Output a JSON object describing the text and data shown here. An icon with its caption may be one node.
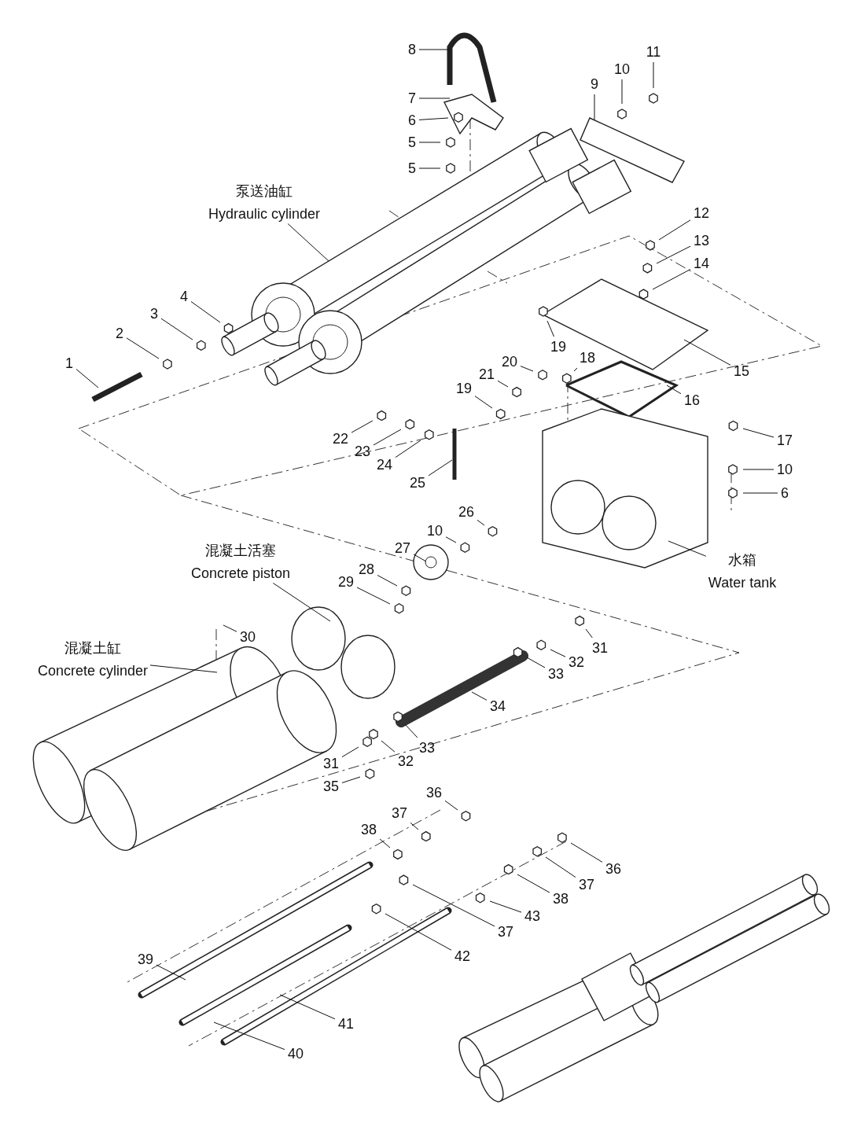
{
  "diagram": {
    "nodes": [
      {
        "text": [
          "8"
        ]
      },
      {
        "text": [
          "11"
        ]
      },
      {
        "text": [
          "10"
        ]
      },
      {
        "text": [
          "9"
        ]
      },
      {
        "text": [
          "7"
        ]
      },
      {
        "text": [
          "6"
        ]
      },
      {
        "text": [
          "5"
        ]
      },
      {
        "text": [
          "5"
        ]
      },
      {
        "text": [
          "泵送油缸",
          "Hydraulic cylinder"
        ]
      },
      {
        "text": [
          "12"
        ]
      },
      {
        "text": [
          "13"
        ]
      },
      {
        "text": [
          "14"
        ]
      },
      {
        "text": [
          "4"
        ]
      },
      {
        "text": [
          "3"
        ]
      },
      {
        "text": [
          "2"
        ]
      },
      {
        "text": [
          "19"
        ]
      },
      {
        "text": [
          "18"
        ]
      },
      {
        "text": [
          "20"
        ]
      },
      {
        "text": [
          "1"
        ]
      },
      {
        "text": [
          "15"
        ]
      },
      {
        "text": [
          "21"
        ]
      },
      {
        "text": [
          "19"
        ]
      },
      {
        "text": [
          "16"
        ]
      },
      {
        "text": [
          "22"
        ]
      },
      {
        "text": [
          "17"
        ]
      },
      {
        "text": [
          "23"
        ]
      },
      {
        "text": [
          "24"
        ]
      },
      {
        "text": [
          "10"
        ]
      },
      {
        "text": [
          "25"
        ]
      },
      {
        "text": [
          "6"
        ]
      },
      {
        "text": [
          "26"
        ]
      },
      {
        "text": [
          "10"
        ]
      },
      {
        "text": [
          "混凝土活塞",
          "Concrete piston"
        ]
      },
      {
        "text": [
          "27"
        ]
      },
      {
        "text": [
          "水箱",
          "Water tank"
        ]
      },
      {
        "text": [
          "28"
        ]
      },
      {
        "text": [
          "29"
        ]
      },
      {
        "text": [
          "30"
        ]
      },
      {
        "text": [
          "混凝土缸",
          "Concrete cylinder"
        ]
      },
      {
        "text": [
          "31"
        ]
      },
      {
        "text": [
          "32"
        ]
      },
      {
        "text": [
          "33"
        ]
      },
      {
        "text": [
          "34"
        ]
      },
      {
        "text": [
          "33"
        ]
      },
      {
        "text": [
          "32"
        ]
      },
      {
        "text": [
          "31"
        ]
      },
      {
        "text": [
          "35"
        ]
      },
      {
        "text": [
          "36"
        ]
      },
      {
        "text": [
          "37"
        ]
      },
      {
        "text": [
          "38"
        ]
      },
      {
        "text": [
          "36"
        ]
      },
      {
        "text": [
          "37"
        ]
      },
      {
        "text": [
          "38"
        ]
      },
      {
        "text": [
          "43"
        ]
      },
      {
        "text": [
          "37"
        ]
      },
      {
        "text": [
          "42"
        ]
      },
      {
        "text": [
          "39"
        ]
      },
      {
        "text": [
          "41"
        ]
      },
      {
        "text": [
          "40"
        ]
      }
    ],
    "edges": [
      {
        "from": 0,
        "to": null,
        "arrow": "none"
      },
      {
        "from": 1,
        "to": null,
        "arrow": "none"
      },
      {
        "from": 2,
        "to": null,
        "arrow": "none"
      },
      {
        "from": 3,
        "to": null,
        "arrow": "none"
      },
      {
        "from": 4,
        "to": null,
        "arrow": "none"
      },
      {
        "from": 5,
        "to": null,
        "arrow": "none"
      },
      {
        "from": 6,
        "to": null,
        "arrow": "none"
      },
      {
        "from": 7,
        "to": null,
        "arrow": "none"
      },
      {
        "from": 8,
        "to": null,
        "arrow": "none"
      },
      {
        "from": 9,
        "to": null,
        "arrow": "none"
      },
      {
        "from": 10,
        "to": null,
        "arrow": "none"
      },
      {
        "from": 11,
        "to": null,
        "arrow": "none"
      },
      {
        "from": 12,
        "to": null,
        "arrow": "none"
      },
      {
        "from": 13,
        "to": null,
        "arrow": "none"
      },
      {
        "from": 14,
        "to": null,
        "arrow": "none"
      },
      {
        "from": 15,
        "to": null,
        "arrow": "none"
      },
      {
        "from": 16,
        "to": null,
        "arrow": "none"
      },
      {
        "from": 17,
        "to": null,
        "arrow": "none"
      },
      {
        "from": 18,
        "to": null,
        "arrow": "none"
      },
      {
        "from": 19,
        "to": null,
        "arrow": "none"
      },
      {
        "from": 20,
        "to": null,
        "arrow": "none"
      },
      {
        "from": 21,
        "to": null,
        "arrow": "none"
      },
      {
        "from": 22,
        "to": null,
        "arrow": "none"
      },
      {
        "from": 23,
        "to": null,
        "arrow": "none"
      },
      {
        "from": 24,
        "to": null,
        "arrow": "none"
      },
      {
        "from": 25,
        "to": null,
        "arrow": "none"
      },
      {
        "from": 26,
        "to": null,
        "arrow": "none"
      },
      {
        "from": 27,
        "to": null,
        "arrow": "none"
      },
      {
        "from": 28,
        "to": null,
        "arrow": "none"
      },
      {
        "from": 29,
        "to": null,
        "arrow": "none"
      },
      {
        "from": 30,
        "to": null,
        "arrow": "none"
      },
      {
        "from": 31,
        "to": null,
        "arrow": "none"
      },
      {
        "from": 32,
        "to": null,
        "arrow": "none"
      },
      {
        "from": 33,
        "to": null,
        "arrow": "none"
      },
      {
        "from": 34,
        "to": null,
        "arrow": "none"
      },
      {
        "from": 35,
        "to": null,
        "arrow": "none"
      },
      {
        "from": 36,
        "to": null,
        "arrow": "none"
      },
      {
        "from": 37,
        "to": null,
        "arrow": "none"
      },
      {
        "from": 38,
        "to": null,
        "arrow": "none"
      },
      {
        "from": 39,
        "to": null,
        "arrow": "none"
      },
      {
        "from": 40,
        "to": null,
        "arrow": "none"
      },
      {
        "from": 41,
        "to": null,
        "arrow": "none"
      },
      {
        "from": 42,
        "to": null,
        "arrow": "none"
      },
      {
        "from": 43,
        "to": null,
        "arrow": "none"
      },
      {
        "from": 44,
        "to": null,
        "arrow": "none"
      },
      {
        "from": 45,
        "to": null,
        "arrow": "none"
      },
      {
        "from": 46,
        "to": null,
        "arrow": "none"
      },
      {
        "from": 47,
        "to": null,
        "arrow": "none"
      },
      {
        "from": 48,
        "to": null,
        "arrow": "none"
      },
      {
        "from": 49,
        "to": null,
        "arrow": "none"
      },
      {
        "from": 50,
        "to": null,
        "arrow": "none"
      },
      {
        "from": 51,
        "to": null,
        "arrow": "none"
      },
      {
        "from": 52,
        "to": null,
        "arrow": "none"
      },
      {
        "from": 53,
        "to": null,
        "arrow": "none"
      },
      {
        "from": 54,
        "to": null,
        "arrow": "none"
      },
      {
        "from": 55,
        "to": null,
        "arrow": "none"
      },
      {
        "from": 56,
        "to": null,
        "arrow": "none"
      },
      {
        "from": 57,
        "to": null,
        "arrow": "none"
      },
      {
        "from": 58,
        "to": null,
        "arrow": "none"
      }
    ]
  }
}
